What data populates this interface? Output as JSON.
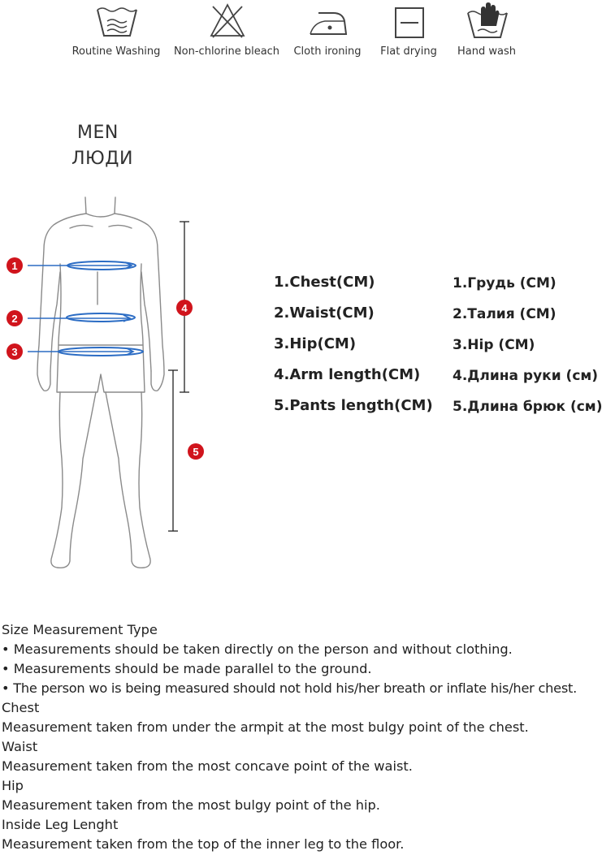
{
  "care_icons": [
    {
      "icon": "washing-tub-icon",
      "label": "Routine Washing"
    },
    {
      "icon": "no-bleach-icon",
      "label": "Non-chlorine bleach"
    },
    {
      "icon": "iron-icon",
      "label": "Cloth ironing"
    },
    {
      "icon": "flat-dry-icon",
      "label": "Flat drying"
    },
    {
      "icon": "hand-wash-icon",
      "label": "Hand wash"
    }
  ],
  "figure": {
    "title_en": "MEN",
    "title_ru": "ЛЮДИ",
    "markers": [
      "1",
      "2",
      "3",
      "4",
      "5"
    ],
    "accent_color": "#d0141c",
    "arrow_color": "#2b6cc4"
  },
  "measurements_en": [
    "1.Chest(CM)",
    "2.Waist(CM)",
    "3.Hip(CM)",
    "4.Arm length(CM)",
    "5.Pants length(CM)"
  ],
  "measurements_ru": [
    "1.Грудь (CM)",
    "2.Талия (CM)",
    "3.Hip (CM)",
    "4.Длина руки (см)",
    "5.Длина брюк (см)"
  ],
  "notes": [
    "Size Measurement Type",
    "• Measurements should be taken directly on the person and without clothing.",
    "• Measurements should be made parallel to the ground.",
    "• The person wo is being measured should not hold his/her breath or inflate his/her chest.",
    "Chest",
    "Measurement taken from under the armpit at the most bulgy point of the chest.",
    "Waist",
    "Measurement taken from the most concave point of the waist.",
    "Hip",
    "Measurement taken from the most bulgy point of the hip.",
    "Inside Leg Lenght",
    "Measurement taken from the top of the inner leg to the floor."
  ]
}
